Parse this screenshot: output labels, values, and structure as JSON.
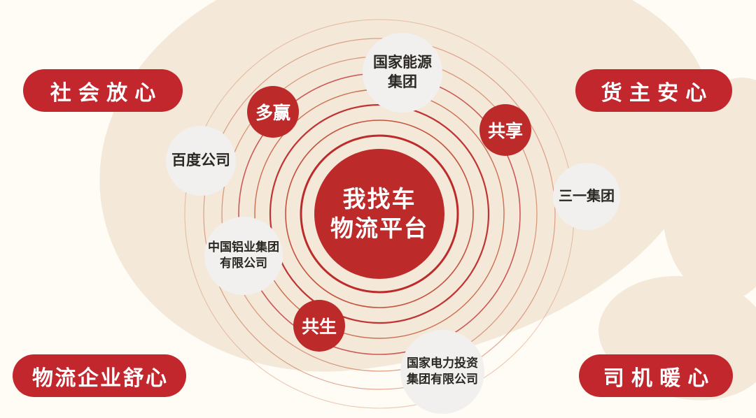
{
  "colors": {
    "primary_red": "#bd2a2a",
    "pill_red": "#c1272d",
    "background_cream": "#fffcf6",
    "map_shape": "#f4e8d9",
    "bubble_gray": "#f1f0ee",
    "bubble_text": "#2b2823"
  },
  "center": {
    "line1": "我找车",
    "line2": "物流平台"
  },
  "corners": [
    {
      "position": "top-left",
      "label": "社会放心"
    },
    {
      "position": "top-right",
      "label": "货主安心"
    },
    {
      "position": "bottom-left",
      "label": "物流企业舒心"
    },
    {
      "position": "bottom-right",
      "label": "司机暖心"
    }
  ],
  "ring_badges": [
    {
      "label": "多赢"
    },
    {
      "label": "共享"
    },
    {
      "label": "共生"
    }
  ],
  "partners": [
    {
      "line1": "国家能源",
      "line2": "集团"
    },
    {
      "line1": "百度公司",
      "line2": ""
    },
    {
      "line1": "三一集团",
      "line2": ""
    },
    {
      "line1": "中国铝业集团",
      "line2": "有限公司"
    },
    {
      "line1": "国家电力投资",
      "line2": "集团有限公司"
    }
  ]
}
